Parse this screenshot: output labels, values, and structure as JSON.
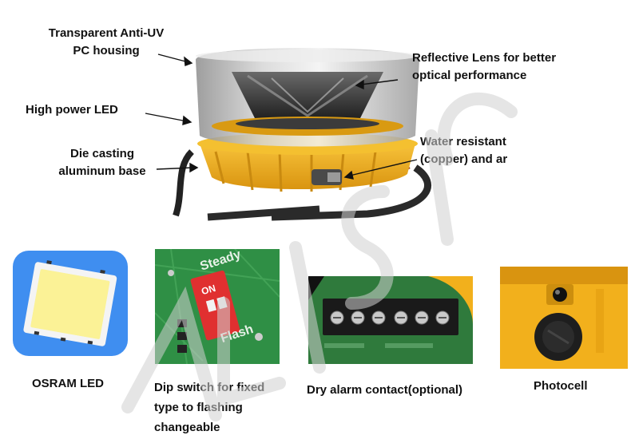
{
  "main_product": {
    "callouts": {
      "housing_line1": "Transparent Anti-UV",
      "housing_line2": "PC housing",
      "lens_line1": "Reflective Lens for better",
      "lens_line2": "optical performance",
      "led": "High power LED",
      "base_line1": "Die casting",
      "base_line2": "aluminum base",
      "water_line1": "Water resistant",
      "water_line2": "(copper) and ar"
    }
  },
  "details": [
    {
      "caption": "OSRAM LED"
    },
    {
      "caption_lines": [
        "Dip switch for fixed",
        "type to flashing",
        "changeable"
      ],
      "switch_text": {
        "steady": "Steady",
        "on": "ON",
        "flash": "Flash"
      }
    },
    {
      "caption": "Dry alarm contact(optional)"
    },
    {
      "caption": "Photocell"
    }
  ],
  "colors": {
    "base_yellow": "#f2b01c",
    "led_blue": "#3f8ef0",
    "pcb_green": "#2f8f45",
    "switch_red": "#e03030"
  }
}
